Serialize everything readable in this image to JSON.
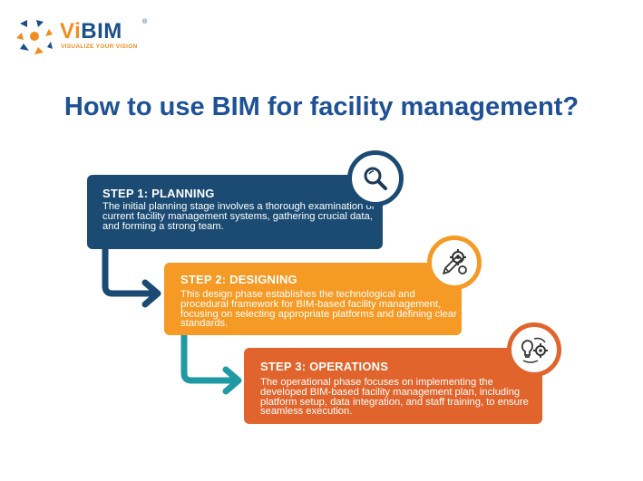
{
  "logo": {
    "name": "ViBIM",
    "registered": "®",
    "tagline": "VISUALIZE YOUR VISION",
    "colors": {
      "blue": "#1b4f8a",
      "orange": "#f28c1e"
    }
  },
  "headline": "How to use BIM for facility management?",
  "steps": [
    {
      "title": "STEP 1: PLANNING",
      "body": "The initial planning stage involves a thorough examination of current facility management systems, gathering crucial data, and forming a strong team.",
      "color": "#1b4b72",
      "icon": "magnifier-icon"
    },
    {
      "title": "STEP 2: DESIGNING",
      "body": "This design phase establishes the technological and procedural framework for BIM-based facility management, focusing on selecting appropriate platforms and defining clear standards.",
      "color": "#f59a25",
      "icon": "pencil-gear-icon"
    },
    {
      "title": "STEP 3: OPERATIONS",
      "body": "The operational phase focuses on implementing the developed BIM-based facility management plan, including platform setup, data integration, and staff training, to ensure seamless execution.",
      "color": "#e0642b",
      "icon": "lightbulb-gear-icon"
    }
  ],
  "arrow_colors": [
    "#1b4b72",
    "#1f9aa5"
  ]
}
